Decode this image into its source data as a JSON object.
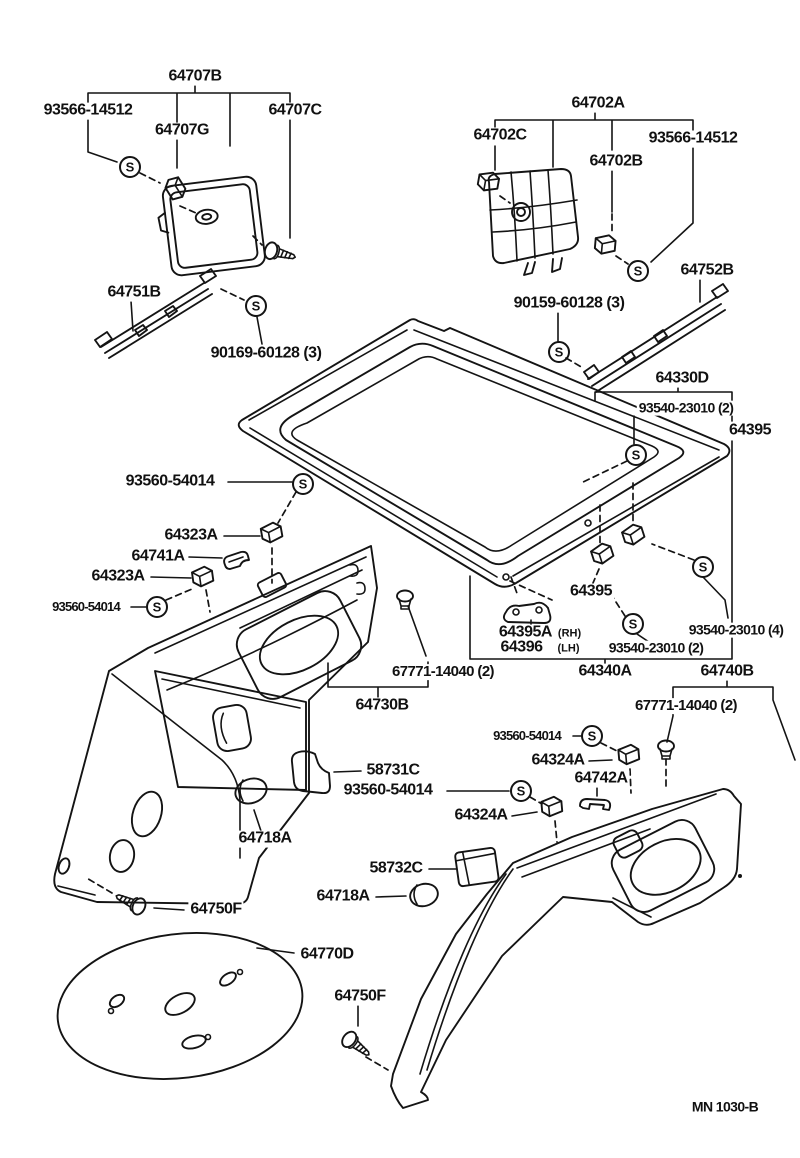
{
  "diagram": {
    "footer_code": "MN 1030-B",
    "screw_symbol": "S",
    "labels": [
      {
        "text": "64707B"
      },
      {
        "text": "93566-14512"
      },
      {
        "text": "64707C"
      },
      {
        "text": "64707G"
      },
      {
        "text": "64751B"
      },
      {
        "text": "90169-60128 (3)"
      },
      {
        "text": "64702A"
      },
      {
        "text": "64702C"
      },
      {
        "text": "93566-14512"
      },
      {
        "text": "64702B"
      },
      {
        "text": "64752B"
      },
      {
        "text": "90159-60128 (3)"
      },
      {
        "text": "64330D"
      },
      {
        "text": "93540-23010 (2)"
      },
      {
        "text": "64395"
      },
      {
        "text": "93560-54014"
      },
      {
        "text": "64323A"
      },
      {
        "text": "64741A"
      },
      {
        "text": "64323A"
      },
      {
        "text": "93560-54014"
      },
      {
        "text": "64395"
      },
      {
        "text": "64395A",
        "suffix": "(RH)"
      },
      {
        "text": "64396",
        "suffix": "(LH)"
      },
      {
        "text": "93540-23010 (2)"
      },
      {
        "text": "93540-23010 (4)"
      },
      {
        "text": "64340A"
      },
      {
        "text": "64740B"
      },
      {
        "text": "67771-14040 (2)"
      },
      {
        "text": "64730B"
      },
      {
        "text": "67771-14040 (2)"
      },
      {
        "text": "93560-54014"
      },
      {
        "text": "64324A"
      },
      {
        "text": "64742A"
      },
      {
        "text": "58731C"
      },
      {
        "text": "93560-54014"
      },
      {
        "text": "64324A"
      },
      {
        "text": "64718A"
      },
      {
        "text": "58732C"
      },
      {
        "text": "64718A"
      },
      {
        "text": "64750F"
      },
      {
        "text": "64770D"
      },
      {
        "text": "64750F"
      }
    ]
  }
}
